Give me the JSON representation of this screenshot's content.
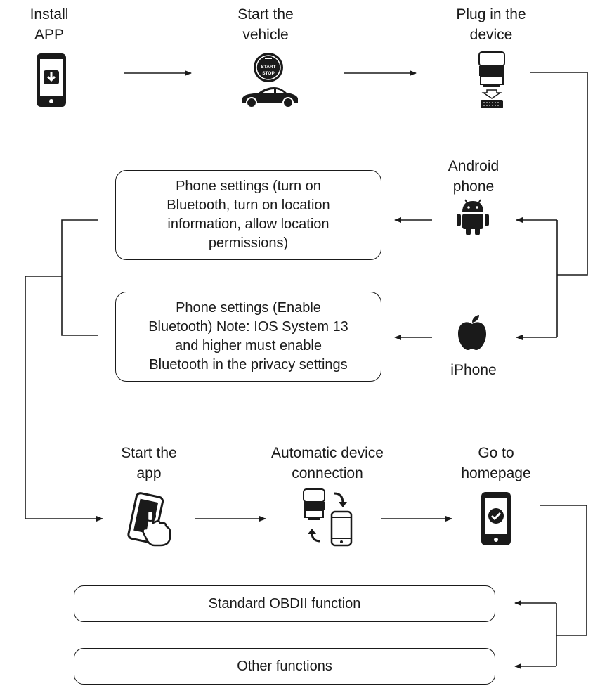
{
  "steps": {
    "install_app": "Install\nAPP",
    "start_vehicle": "Start the\nvehicle",
    "plug_device": "Plug in the\ndevice",
    "android": "Android\nphone",
    "iphone": "iPhone",
    "start_app": "Start the\napp",
    "auto_connect": "Automatic device\nconnection",
    "homepage": "Go to\nhomepage"
  },
  "boxes": {
    "android_settings": "Phone settings (turn on\nBluetooth, turn on location\ninformation, allow location\npermissions)",
    "iphone_settings": "Phone settings (Enable\nBluetooth) Note: IOS System 13\nand higher must enable\nBluetooth in the privacy settings",
    "standard_obd": "Standard OBDII function",
    "other_functions": "Other functions"
  },
  "icons": {
    "start_stop": [
      "START",
      "STOP"
    ]
  },
  "colors": {
    "ink": "#1a1a1a"
  }
}
